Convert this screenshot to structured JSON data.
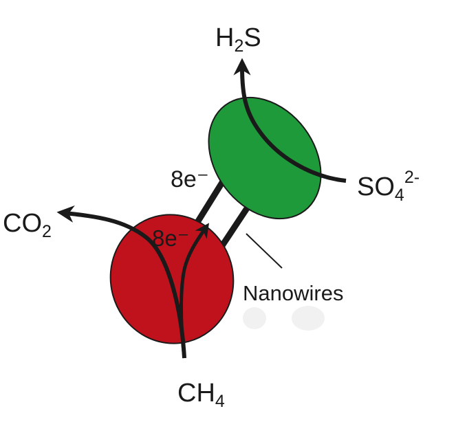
{
  "labels": {
    "h2s": {
      "main": "H",
      "sub": "2",
      "tail": "S"
    },
    "so4": {
      "main": "SO",
      "sub": "4",
      "sup": "2-"
    },
    "co2": {
      "main": "CO",
      "sub": "2"
    },
    "ch4": {
      "main": "CH",
      "sub": "4"
    },
    "electrons_outer": "8e⁻",
    "electrons_inner": "8e⁻",
    "nanowires": "Nanowires"
  },
  "colors": {
    "archaeon_cell": "#c0121d",
    "bacterium_cell": "#1f9a3a",
    "outline": "#1a1a1a"
  }
}
